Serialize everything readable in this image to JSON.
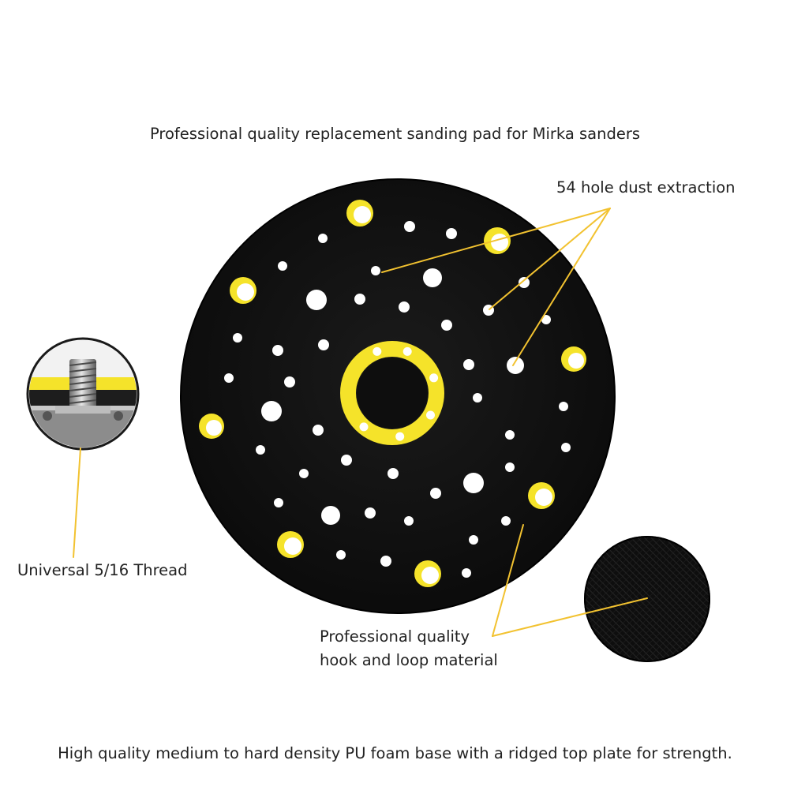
{
  "headline": "Professional quality replacement sanding pad for Mirka sanders",
  "callouts": {
    "dust_extraction": "54 hole dust extraction",
    "thread": "Universal 5/16 Thread",
    "hook_loop_line1": "Professional quality",
    "hook_loop_line2": "hook and loop material"
  },
  "footer": "High quality medium to hard density PU foam base with a ridged top plate for strength.",
  "colors": {
    "pad": "#111111",
    "foam_yellow": "#f5e32a",
    "leader_line": "#f2c230",
    "hole": "#ffffff",
    "text": "#222222"
  },
  "icons": [
    "sanding-pad-image",
    "thread-stud-inset",
    "hook-loop-texture-inset"
  ]
}
